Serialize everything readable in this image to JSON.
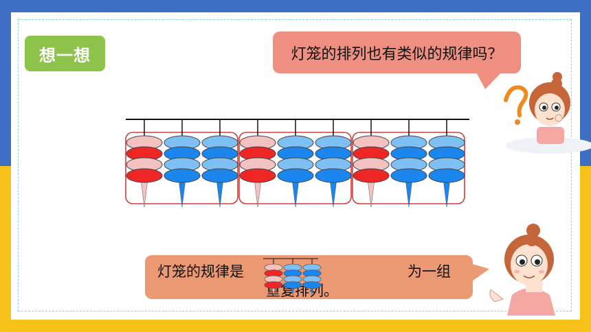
{
  "badge": {
    "label": "想一想"
  },
  "question_bubble": {
    "text": "灯笼的排列也有类似的规律吗？"
  },
  "answer_bubble": {
    "text_left": "灯笼的规律是",
    "text_right": "为一组",
    "text_bottom": "重复排列。"
  },
  "colors": {
    "pink": "#f4c2c0",
    "red": "#ef2626",
    "light_blue": "#7fc0f4",
    "blue": "#1a86ee",
    "group_border": "#d23a3a",
    "badge": "#8dc34a",
    "bubble_question": "#ee8f82",
    "bubble_answer": "#ea9972"
  },
  "lantern_pattern": {
    "groups": 3,
    "columns_per_group": [
      "pink-red",
      "blue",
      "blue"
    ]
  }
}
